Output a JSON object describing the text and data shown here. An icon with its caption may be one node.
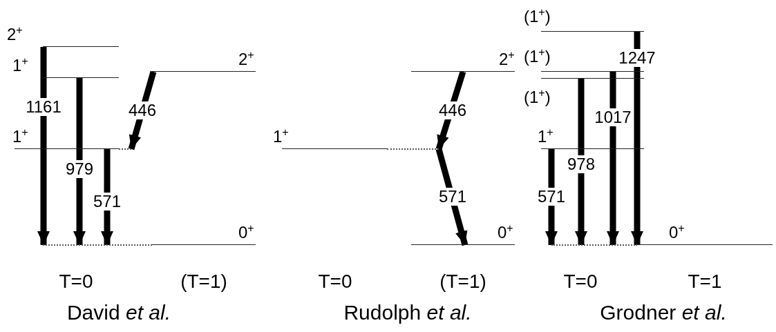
{
  "diagram": {
    "nodes": [
      {
        "text": [
          "2$^{+}$"
        ]
      },
      {
        "text": [
          "1$^{+}$"
        ]
      },
      {
        "text": [
          "1$^{+}$"
        ]
      },
      {
        "text": [
          "0$^{+}$"
        ]
      },
      {
        "text": [
          "2$^{+}$"
        ]
      },
      {
        "text": [
          "1$^{+}$"
        ]
      },
      {
        "text": [
          "2$^{+}$"
        ]
      },
      {
        "text": [
          "0$^{+}$"
        ]
      },
      {
        "text": [
          "(1$^{+}$)"
        ]
      },
      {
        "text": [
          "(1$^{+}$)"
        ]
      },
      {
        "text": [
          "(1$^{+}$)"
        ]
      },
      {
        "text": [
          "1$^{+}$"
        ]
      },
      {
        "text": [
          "0$^{+}$"
        ]
      }
    ],
    "edges": [
      {
        "from": 0,
        "to": 3,
        "arrow": "to",
        "label": "1161"
      },
      {
        "from": 1,
        "to": 3,
        "arrow": "to",
        "label": "979"
      },
      {
        "from": 2,
        "to": 3,
        "arrow": "to",
        "label": "571"
      },
      {
        "from": 4,
        "to": 2,
        "arrow": "to",
        "label": "446"
      },
      {
        "from": 6,
        "to": 5,
        "arrow": "to",
        "label": "446"
      },
      {
        "from": 5,
        "to": 7,
        "arrow": "to",
        "label": "571"
      },
      {
        "from": 11,
        "to": 12,
        "arrow": "to",
        "label": "571"
      },
      {
        "from": 10,
        "to": 12,
        "arrow": "to",
        "label": "978"
      },
      {
        "from": 9,
        "to": 12,
        "arrow": "to",
        "label": "1017"
      },
      {
        "from": 8,
        "to": 12,
        "arrow": "to",
        "label": "1247"
      }
    ],
    "labels": [
      "T=0",
      "(T=1)",
      "T=0",
      "(T=1)",
      "T=0",
      "T=1",
      "David *et al.*",
      "Rudolph *et al.*",
      "Grodner *et al.*"
    ]
  }
}
